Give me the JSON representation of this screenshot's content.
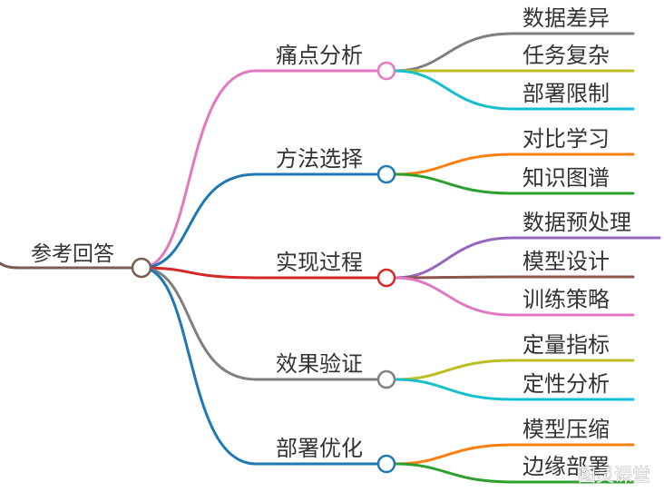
{
  "root": {
    "label": "参考回答",
    "color": "#7a5c52"
  },
  "branches": [
    {
      "label": "痛点分析",
      "color": "#e377c2",
      "leaves": [
        {
          "label": "数据差异",
          "color": "#7f7f7f"
        },
        {
          "label": "任务复杂",
          "color": "#bcbd22"
        },
        {
          "label": "部署限制",
          "color": "#17becf"
        }
      ]
    },
    {
      "label": "方法选择",
      "color": "#1f77b4",
      "leaves": [
        {
          "label": "对比学习",
          "color": "#ff7f0e"
        },
        {
          "label": "知识图谱",
          "color": "#2ca02c"
        }
      ]
    },
    {
      "label": "实现过程",
      "color": "#d62728",
      "leaves": [
        {
          "label": "数据预处理",
          "color": "#9467bd"
        },
        {
          "label": "模型设计",
          "color": "#8c564b"
        },
        {
          "label": "训练策略",
          "color": "#e377c2"
        }
      ]
    },
    {
      "label": "效果验证",
      "color": "#7f7f7f",
      "leaves": [
        {
          "label": "定量指标",
          "color": "#bcbd22"
        },
        {
          "label": "定性分析",
          "color": "#17becf"
        }
      ]
    },
    {
      "label": "部署优化",
      "color": "#1f77b4",
      "leaves": [
        {
          "label": "模型压缩",
          "color": "#ff7f0e"
        },
        {
          "label": "边缘部署",
          "color": "#2ca02c"
        }
      ]
    }
  ],
  "watermark": "图灵课堂"
}
